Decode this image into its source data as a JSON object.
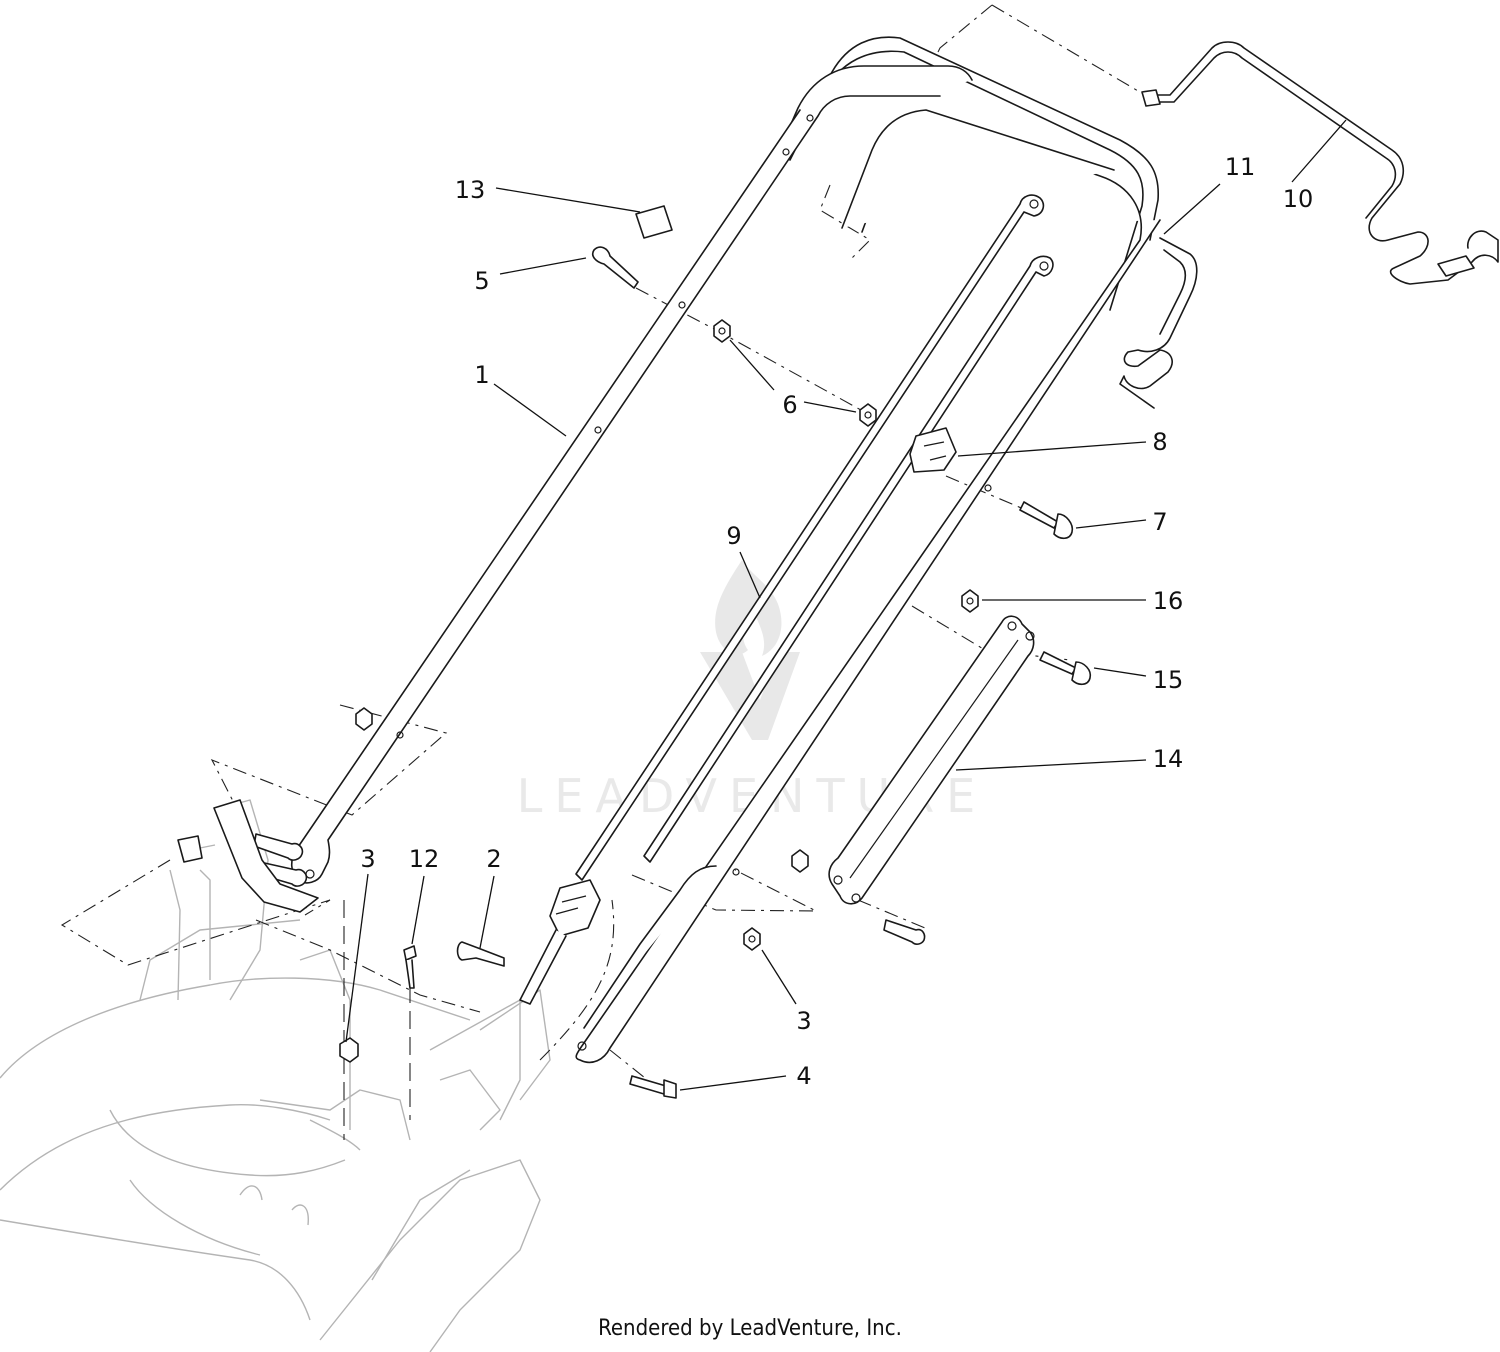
{
  "watermark": {
    "text": "LEADVENTURE"
  },
  "footer": {
    "text": "Rendered by LeadVenture, Inc."
  },
  "callouts": [
    {
      "id": "1",
      "label": "1"
    },
    {
      "id": "2",
      "label": "2"
    },
    {
      "id": "3a",
      "label": "3"
    },
    {
      "id": "3b",
      "label": "3"
    },
    {
      "id": "4",
      "label": "4"
    },
    {
      "id": "5",
      "label": "5"
    },
    {
      "id": "6",
      "label": "6"
    },
    {
      "id": "7",
      "label": "7"
    },
    {
      "id": "8",
      "label": "8"
    },
    {
      "id": "9",
      "label": "9"
    },
    {
      "id": "10",
      "label": "10"
    },
    {
      "id": "11",
      "label": "11"
    },
    {
      "id": "12",
      "label": "12"
    },
    {
      "id": "13",
      "label": "13"
    },
    {
      "id": "14",
      "label": "14"
    },
    {
      "id": "15",
      "label": "15"
    },
    {
      "id": "16",
      "label": "16"
    }
  ]
}
